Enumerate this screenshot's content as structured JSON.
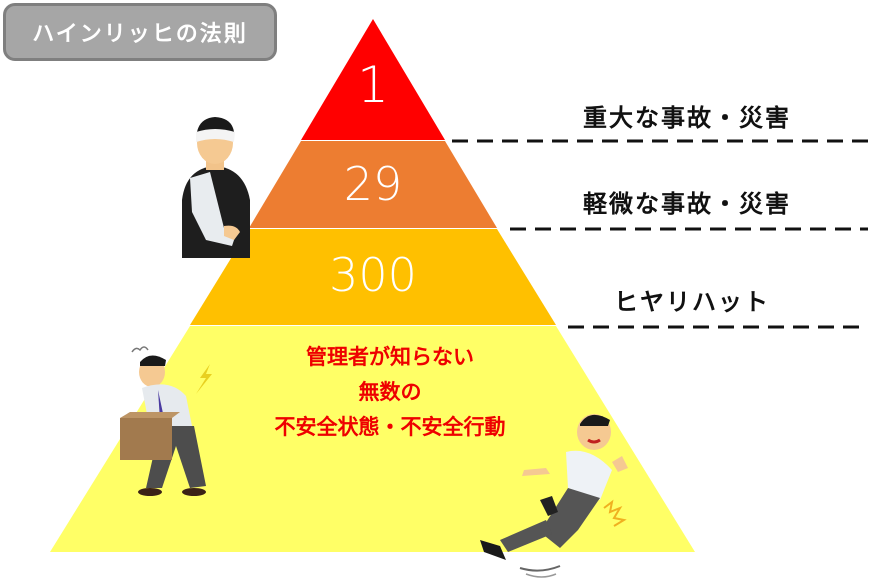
{
  "title": "ハインリッヒの法則",
  "pyramid": {
    "tiers": [
      {
        "value": "1",
        "label": "重大な事故・災害",
        "color": "#ff0000"
      },
      {
        "value": "29",
        "label": "軽微な事故・災害",
        "color": "#ed7d31"
      },
      {
        "value": "300",
        "label": "ヒヤリハット",
        "color": "#ffc000"
      },
      {
        "lines": [
          "管理者が知らない",
          "無数の",
          "不安全状態・不安全行動"
        ],
        "color": "#ffff66",
        "text_color": "#ee0000"
      }
    ]
  },
  "illustrations": {
    "injured_person": "injured man with head bandage and arm sling",
    "back_pain_person": "man lifting a box with back pain",
    "slipping_person": "man slipping and falling"
  }
}
